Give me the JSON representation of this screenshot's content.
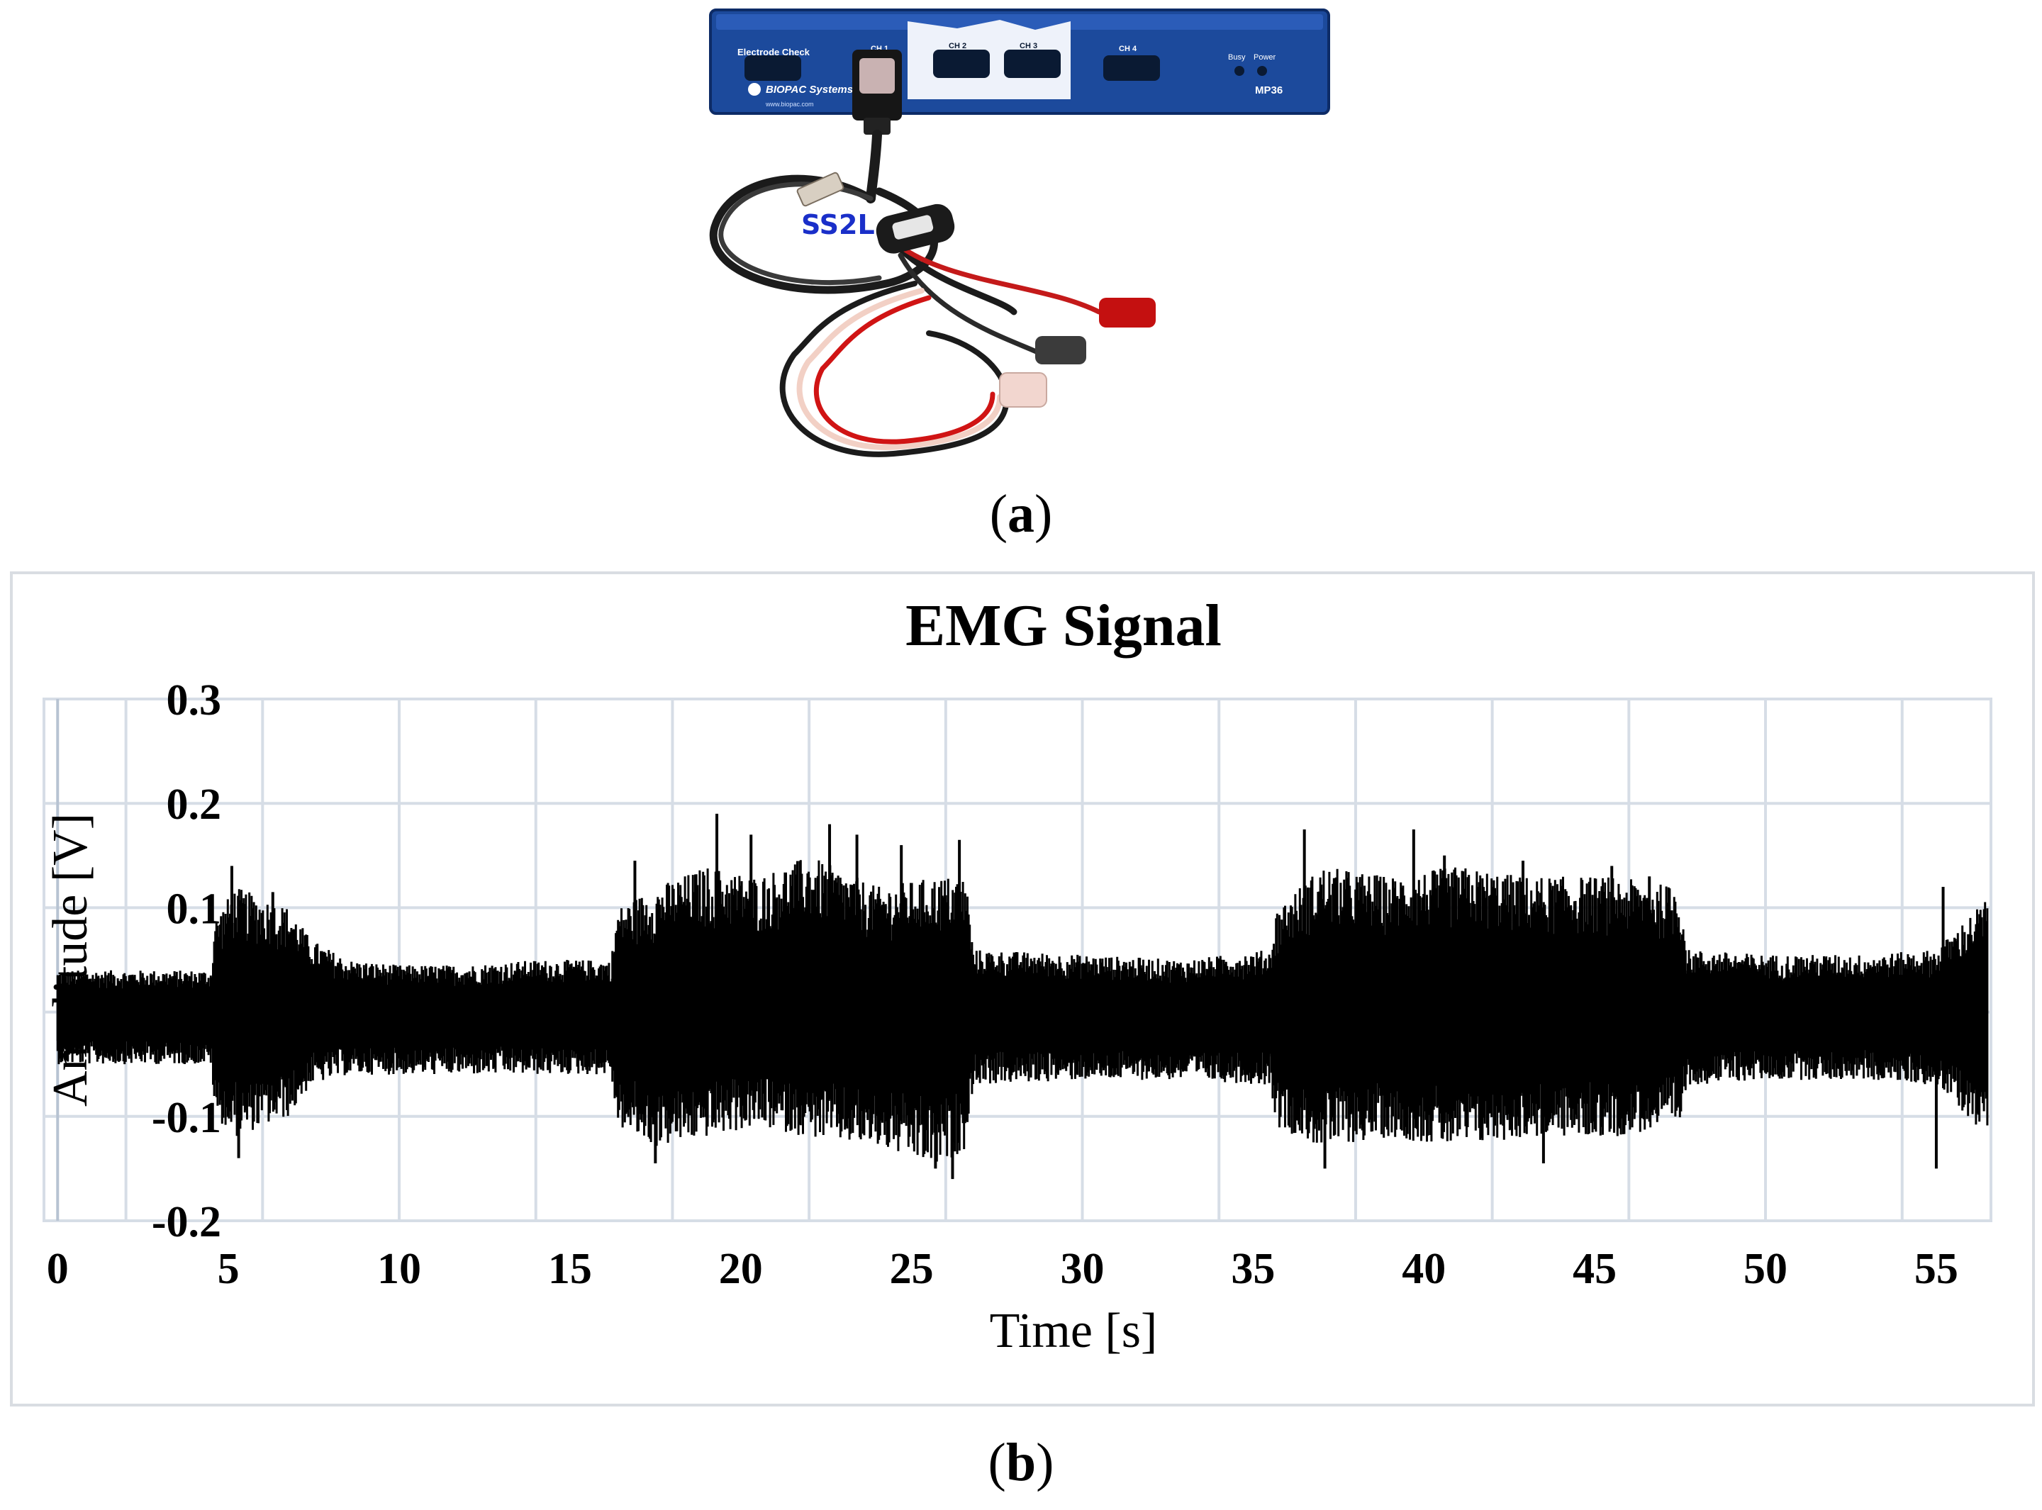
{
  "panel_a": {
    "caption_open": "(",
    "caption_letter": "a",
    "caption_close": ")",
    "device": {
      "labels": [
        "Electrode Check",
        "CH 1",
        "CH 2",
        "CH 3",
        "CH 4",
        "Busy",
        "Power"
      ],
      "brand": "BIOPAC Systems",
      "url": "www.biopac.com",
      "model": "MP36",
      "color": "#1c4a9c"
    },
    "cable_label": "SS2L",
    "cable_label_color": "#1a2fc9"
  },
  "panel_b": {
    "caption_open": "(",
    "caption_letter": "b",
    "caption_close": ")"
  },
  "chart_data": {
    "type": "line",
    "title": "EMG Signal",
    "xlabel": "Time [s]",
    "ylabel": "Amplitude [V]",
    "xlim": [
      -0.4,
      56.6
    ],
    "ylim": [
      -0.2,
      0.3
    ],
    "yticks": [
      {
        "v": 0.3,
        "label": "0.3"
      },
      {
        "v": 0.2,
        "label": "0.2"
      },
      {
        "v": 0.1,
        "label": "0.1"
      },
      {
        "v": 0,
        "label": "0"
      },
      {
        "v": -0.1,
        "label": "-0.1"
      },
      {
        "v": -0.2,
        "label": "-0.2"
      }
    ],
    "xticks": [
      0,
      5,
      10,
      15,
      20,
      25,
      30,
      35,
      40,
      45,
      50,
      55
    ],
    "grid": true,
    "series": [
      {
        "color": "#000000",
        "envelope_note": "dense signal drawn as min/max envelope over time",
        "time_s": [
          0,
          4.5,
          4.6,
          5.2,
          6.0,
          6.8,
          7.4,
          8.5,
          10,
          12,
          14,
          16.2,
          16.4,
          17.5,
          19.0,
          20.5,
          22.0,
          24.0,
          25.8,
          26.6,
          26.8,
          30,
          33,
          35.5,
          35.7,
          37,
          39,
          41,
          43,
          45.5,
          47.5,
          47.7,
          50,
          53,
          55,
          56.5
        ],
        "upper_V": [
          0.04,
          0.04,
          0.09,
          0.12,
          0.11,
          0.1,
          0.07,
          0.05,
          0.045,
          0.045,
          0.05,
          0.05,
          0.1,
          0.12,
          0.14,
          0.13,
          0.15,
          0.12,
          0.13,
          0.13,
          0.06,
          0.055,
          0.05,
          0.06,
          0.1,
          0.14,
          0.13,
          0.14,
          0.13,
          0.13,
          0.12,
          0.06,
          0.055,
          0.055,
          0.06,
          0.11
        ],
        "lower_V": [
          -0.05,
          -0.05,
          -0.1,
          -0.12,
          -0.11,
          -0.1,
          -0.07,
          -0.06,
          -0.06,
          -0.06,
          -0.06,
          -0.06,
          -0.11,
          -0.13,
          -0.12,
          -0.11,
          -0.12,
          -0.13,
          -0.15,
          -0.13,
          -0.07,
          -0.065,
          -0.065,
          -0.07,
          -0.11,
          -0.13,
          -0.12,
          -0.13,
          -0.12,
          -0.12,
          -0.11,
          -0.07,
          -0.065,
          -0.065,
          -0.07,
          -0.12
        ],
        "peaks": [
          {
            "t": 5.1,
            "v": 0.14
          },
          {
            "t": 6.3,
            "v": 0.115
          },
          {
            "t": 5.3,
            "v": -0.14
          },
          {
            "t": 16.9,
            "v": 0.145
          },
          {
            "t": 17.5,
            "v": -0.145
          },
          {
            "t": 19.3,
            "v": 0.19
          },
          {
            "t": 20.3,
            "v": 0.17
          },
          {
            "t": 22.6,
            "v": 0.18
          },
          {
            "t": 23.4,
            "v": 0.17
          },
          {
            "t": 24.7,
            "v": 0.16
          },
          {
            "t": 26.4,
            "v": 0.165
          },
          {
            "t": 26.2,
            "v": -0.16
          },
          {
            "t": 25.7,
            "v": -0.15
          },
          {
            "t": 36.5,
            "v": 0.175
          },
          {
            "t": 37.1,
            "v": -0.15
          },
          {
            "t": 39.7,
            "v": 0.175
          },
          {
            "t": 40.6,
            "v": 0.15
          },
          {
            "t": 42.9,
            "v": 0.145
          },
          {
            "t": 43.5,
            "v": -0.145
          },
          {
            "t": 45.5,
            "v": 0.14
          },
          {
            "t": 46.6,
            "v": 0.13
          },
          {
            "t": 55.2,
            "v": 0.12
          },
          {
            "t": 55.0,
            "v": -0.15
          }
        ]
      }
    ]
  }
}
